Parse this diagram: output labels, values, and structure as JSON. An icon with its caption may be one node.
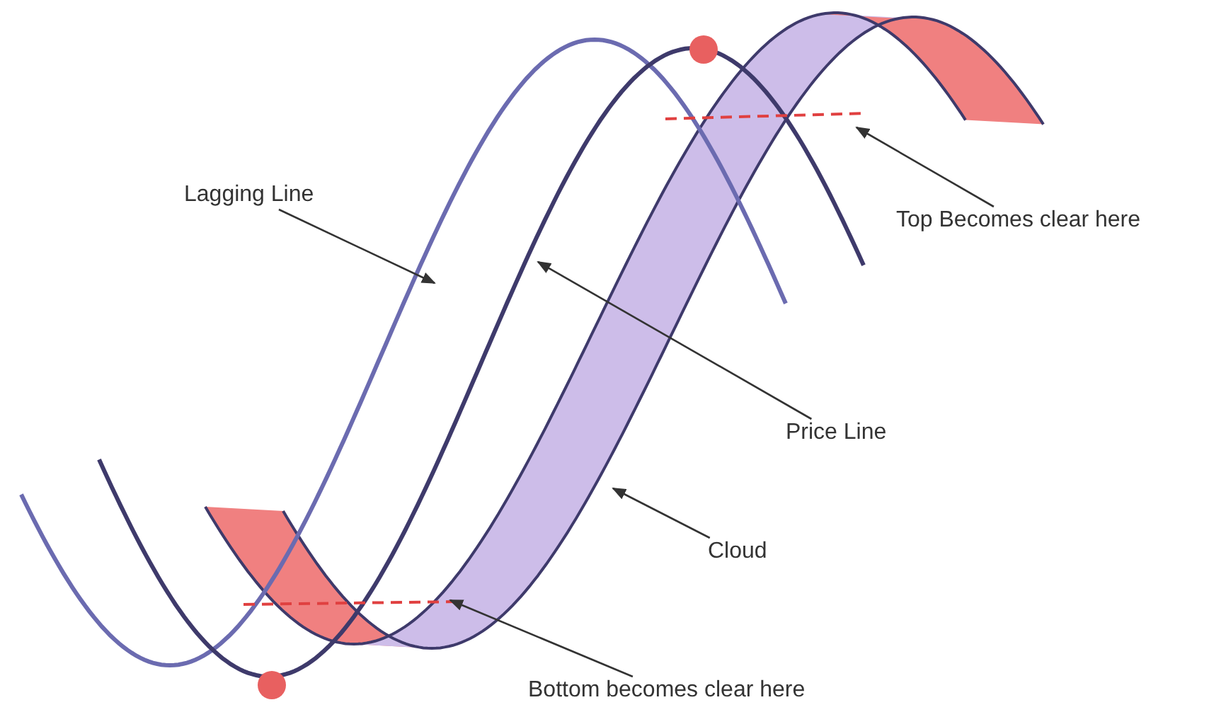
{
  "diagram": {
    "nodes": [
      {
        "text": [
          "Lagging Line"
        ]
      },
      {
        "text": [
          "Top Becomes clear here"
        ]
      },
      {
        "text": [
          "Price Line"
        ]
      },
      {
        "text": [
          "Cloud"
        ]
      },
      {
        "text": [
          "Bottom becomes clear here"
        ]
      }
    ],
    "edges": [
      {
        "from": 0,
        "to": null,
        "arrow": "to"
      },
      {
        "from": 1,
        "to": null,
        "arrow": "to"
      },
      {
        "from": 2,
        "to": null,
        "arrow": "to"
      },
      {
        "from": 3,
        "to": null,
        "arrow": "to"
      },
      {
        "from": 4,
        "to": null,
        "arrow": "to"
      }
    ]
  }
}
